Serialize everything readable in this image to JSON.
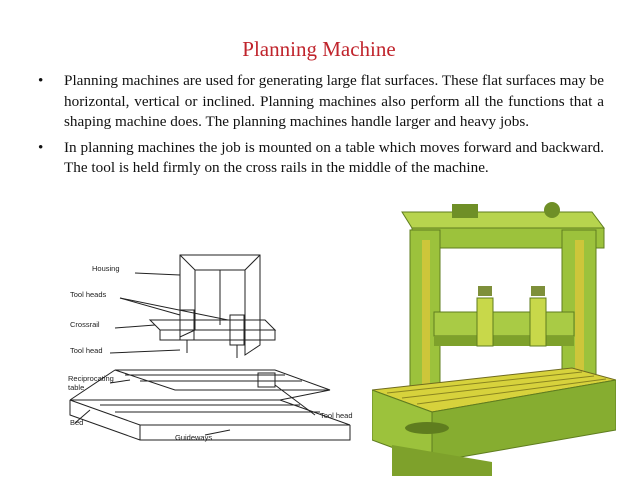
{
  "slide": {
    "title": "Planning Machine",
    "bullets": [
      {
        "symbol": "•",
        "text": "Planning machines are used for generating large flat surfaces. These flat surfaces may be horizontal, vertical or inclined. Planning machines also perform all the functions that a shaping machine does. The planning machines handle larger and heavy jobs."
      },
      {
        "symbol": "•",
        "text": "In planning machines the job is mounted on a table which moves forward and backward. The tool is held firmly on the cross rails in the middle of the machine."
      }
    ]
  },
  "diagram": {
    "labels": {
      "housing": "Housing",
      "tool_heads": "Tool heads",
      "crossrail": "Crossrail",
      "tool_head_left": "Tool head",
      "reciprocating_table": "Reciprocating table",
      "reciprocating_table_line1": "Reciprocating",
      "reciprocating_table_line2": "table",
      "bed": "Bed",
      "guideways": "Guideways",
      "tool_head_right": "Tool head"
    }
  },
  "colors": {
    "title": "#c0242c",
    "machine_green": "#9cc23c",
    "machine_dark": "#5f7d1f",
    "machine_yellow": "#d9c73a"
  }
}
